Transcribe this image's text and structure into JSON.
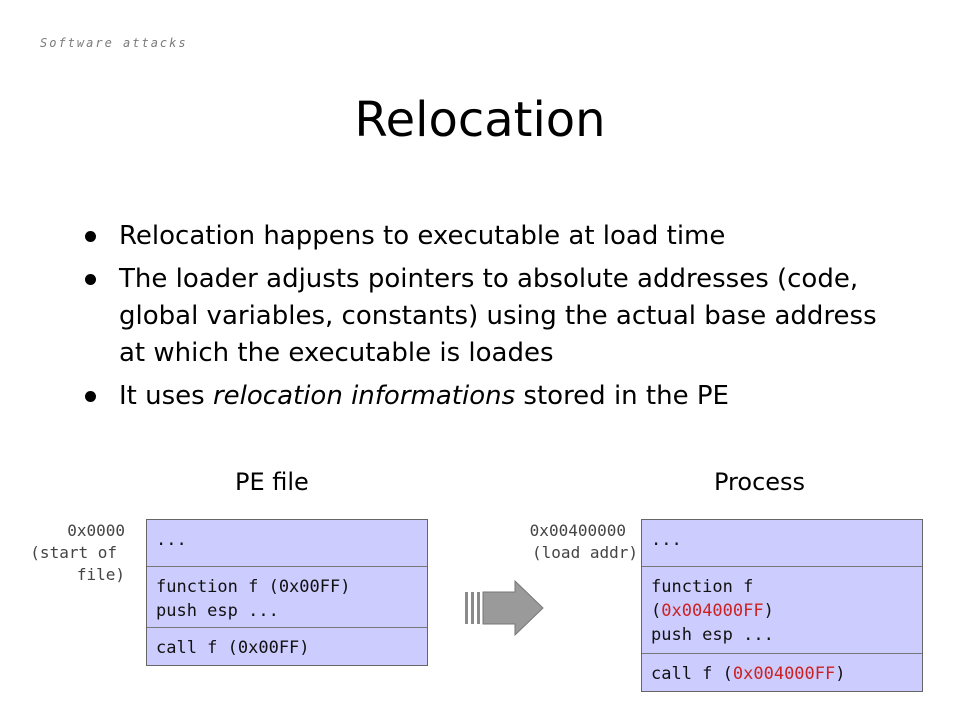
{
  "header": "Software attacks",
  "title": "Relocation",
  "bullets": [
    "Relocation happens to executable at load time",
    "The loader adjusts pointers to absolute addresses (code, global variables, constants) using the actual base address at which the executable is loades",
    {
      "before": "It uses ",
      "italic": "relocation informations",
      "after": " stored in the PE"
    }
  ],
  "pe_file": {
    "caption": "PE file",
    "addr_line1": "0x0000",
    "addr_line2": "(start of",
    "addr_line3": "file)",
    "cell1": "...",
    "cell2_line1": "function f (0x00FF)",
    "cell2_line2": "push esp ...",
    "cell3": "call f (0x00FF)"
  },
  "process": {
    "caption": "Process",
    "addr_line1": "0x00400000",
    "addr_line2": "(load addr)",
    "cell1": "...",
    "cell2_line1": "function f",
    "cell2_line2_open": "(",
    "cell2_line2_addr": "0x004000FF",
    "cell2_line2_close": ")",
    "cell2_line3": "push esp ...",
    "cell3_prefix": "call f (",
    "cell3_addr": "0x004000FF",
    "cell3_suffix": ")"
  },
  "colors": {
    "box_fill": "#ccccff",
    "highlight": "#cc2222",
    "arrow": "#8a8a8a"
  }
}
